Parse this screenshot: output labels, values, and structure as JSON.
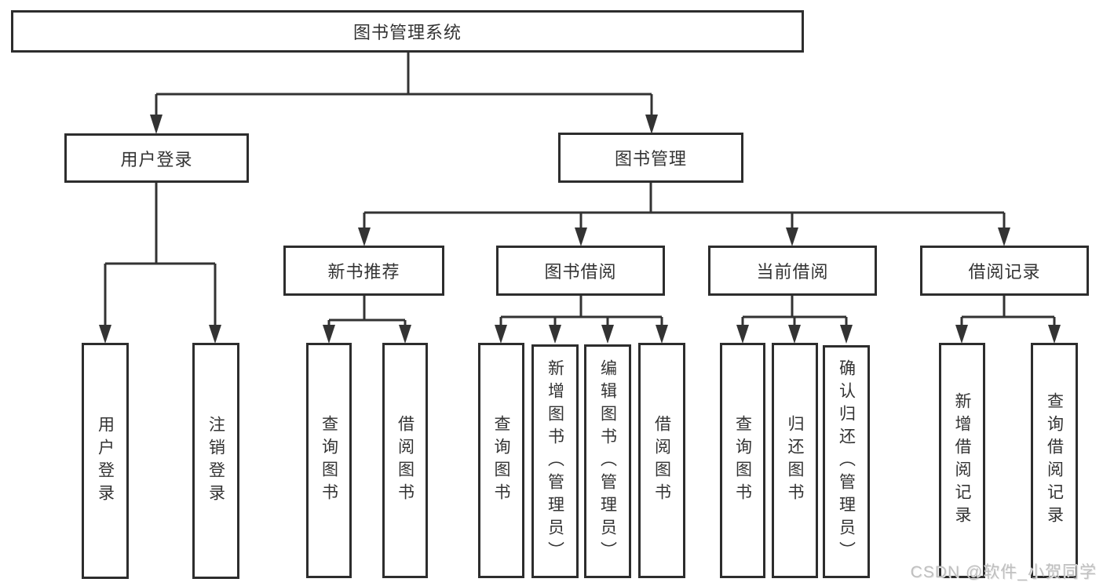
{
  "tree": {
    "root": {
      "label": "图书管理系统"
    },
    "branches": [
      {
        "label": "用户登录",
        "children": [
          "用户登录",
          "注销登录"
        ]
      },
      {
        "label": "图书管理",
        "groups": [
          {
            "label": "新书推荐",
            "children": [
              "查询图书",
              "借阅图书"
            ]
          },
          {
            "label": "图书借阅",
            "children": [
              "查询图书",
              "新增图书（管理员）",
              "编辑图书（管理员）",
              "借阅图书"
            ]
          },
          {
            "label": "当前借阅",
            "children": [
              "查询图书",
              "归还图书",
              "确认归还（管理员）"
            ]
          },
          {
            "label": "借阅记录",
            "children": [
              "新增借阅记录",
              "查询借阅记录"
            ]
          }
        ]
      }
    ]
  },
  "watermark": "CSDN @软件_小贺同学",
  "colors": {
    "line": "#333333",
    "box_border": "#2d2d2d",
    "text": "#333333",
    "watermark": "#bfbfbf",
    "background": "#ffffff"
  }
}
